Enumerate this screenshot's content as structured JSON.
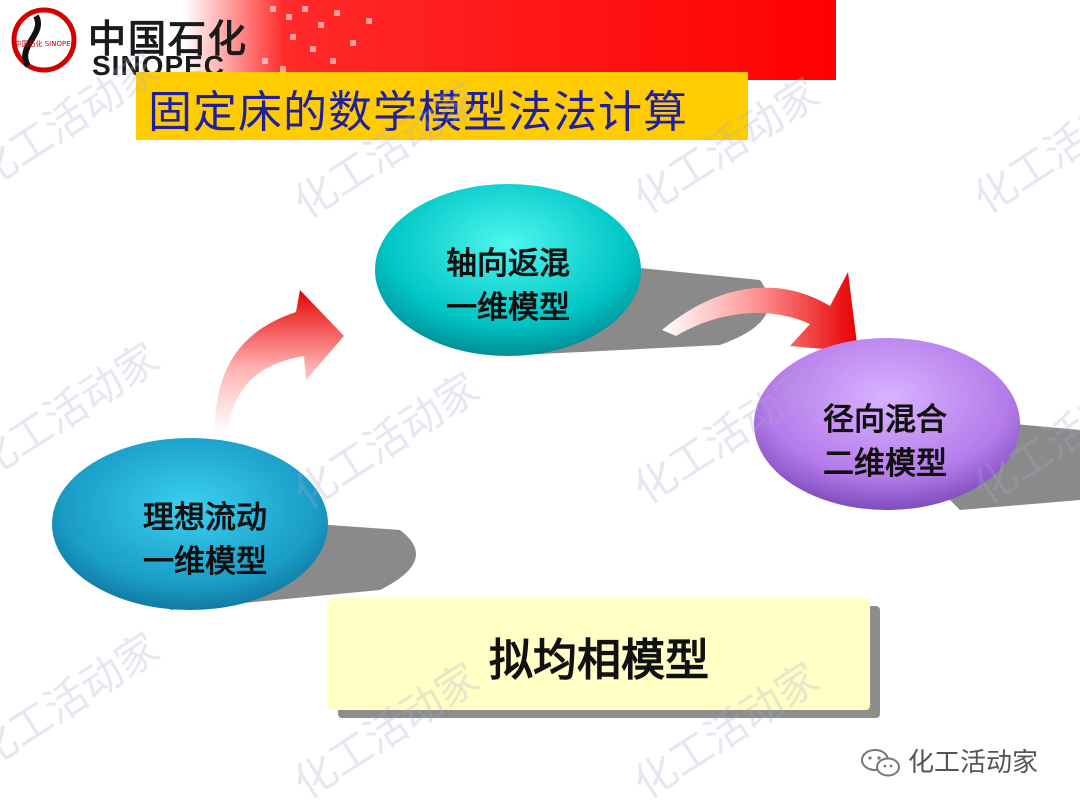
{
  "header": {
    "logo_cn": "中国石化",
    "logo_en": "SINOPEC",
    "logo_badge": "中国石化 SINOPEC",
    "title": "固定床的数学模型法法计算"
  },
  "diagram": {
    "nodes": [
      {
        "line1": "理想流动",
        "line2": "一维模型"
      },
      {
        "line1": "轴向返混",
        "line2": "一维模型"
      },
      {
        "line1": "径向混合",
        "line2": "二维模型"
      }
    ],
    "summary": "拟均相模型"
  },
  "watermark": {
    "text": "化工活动家"
  },
  "footer": {
    "account": "化工活动家",
    "icon": "wechat-icon"
  },
  "colors": {
    "banner_red": "#ff0000",
    "title_yellow": "#ffcc00",
    "title_text": "#1f1fa0",
    "node1": "#1a9dc7",
    "node2": "#00c6c6",
    "node3": "#b57bea",
    "summary_fill": "#ffffc6"
  }
}
